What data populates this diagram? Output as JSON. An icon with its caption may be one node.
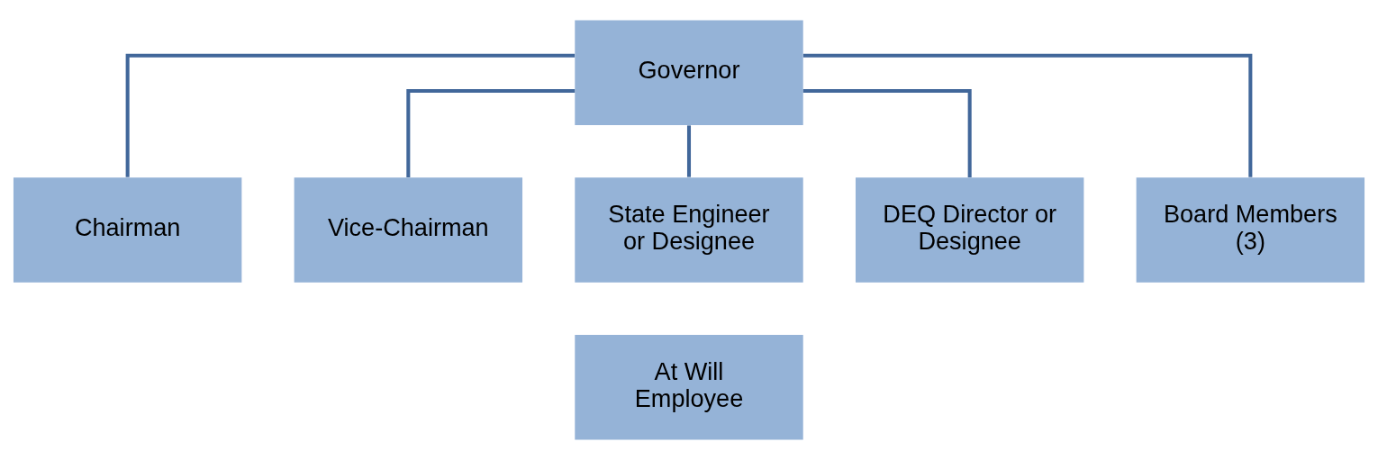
{
  "diagram": {
    "nodes": [
      {
        "text": [
          "Governor"
        ]
      },
      {
        "text": [
          "Chairman"
        ]
      },
      {
        "text": [
          "Vice-Chairman"
        ]
      },
      {
        "text": [
          "State Engineer or Designee"
        ]
      },
      {
        "text": [
          "DEQ Director or Designee"
        ]
      },
      {
        "text": [
          "Board Members (3)"
        ]
      },
      {
        "text": [
          "At Will Employee"
        ]
      }
    ],
    "edges": [
      {
        "from": 0,
        "to": 1,
        "arrow": "none"
      },
      {
        "from": 0,
        "to": 2,
        "arrow": "none"
      },
      {
        "from": 0,
        "to": 3,
        "arrow": "none"
      },
      {
        "from": 0,
        "to": 4,
        "arrow": "none"
      },
      {
        "from": 0,
        "to": 5,
        "arrow": "none"
      }
    ]
  }
}
